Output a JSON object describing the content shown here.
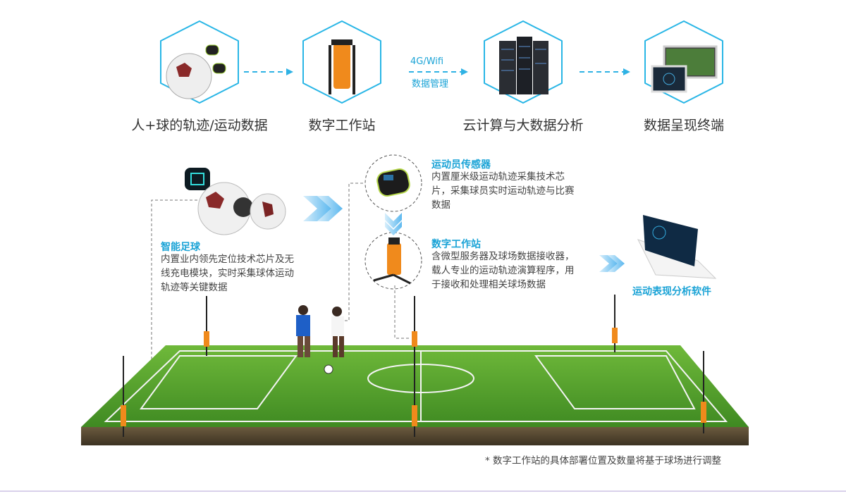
{
  "stages": [
    {
      "label": "人+球的轨迹/运动数据",
      "icon": "smart-ball-icon"
    },
    {
      "label": "数字工作站",
      "icon": "workstation-icon"
    },
    {
      "label": "云计算与大数据分析",
      "icon": "server-rack-icon"
    },
    {
      "label": "数据呈现终端",
      "icon": "display-terminal-icon"
    }
  ],
  "link_label": {
    "line1": "4G/Wifi",
    "line2": "数据管理"
  },
  "smart_ball": {
    "title": "智能足球",
    "desc": [
      "内置业内领先定位技术芯片及无",
      "线充电模块，实时采集球体运动",
      "轨迹等关键数据"
    ]
  },
  "player_sensor": {
    "title": "运动员传感器",
    "desc": [
      "内置厘米级运动轨迹采集技术芯",
      "片，采集球员实时运动轨迹与比赛",
      "数据"
    ]
  },
  "workstation": {
    "title": "数字工作站",
    "desc": [
      "含微型服务器及球场数据接收器，",
      "载人专业的运动轨迹演算程序，用",
      "于接收和处理相关球场数据"
    ]
  },
  "software": {
    "title": "运动表现分析软件"
  },
  "footnote": "* 数字工作站的具体部署位置及数量将基于球场进行调整",
  "colors": {
    "accent": "#1aa3d6",
    "hex_border": "#29b6e6",
    "grass": "#4f9a2a",
    "workstation": "#f08a1c"
  }
}
